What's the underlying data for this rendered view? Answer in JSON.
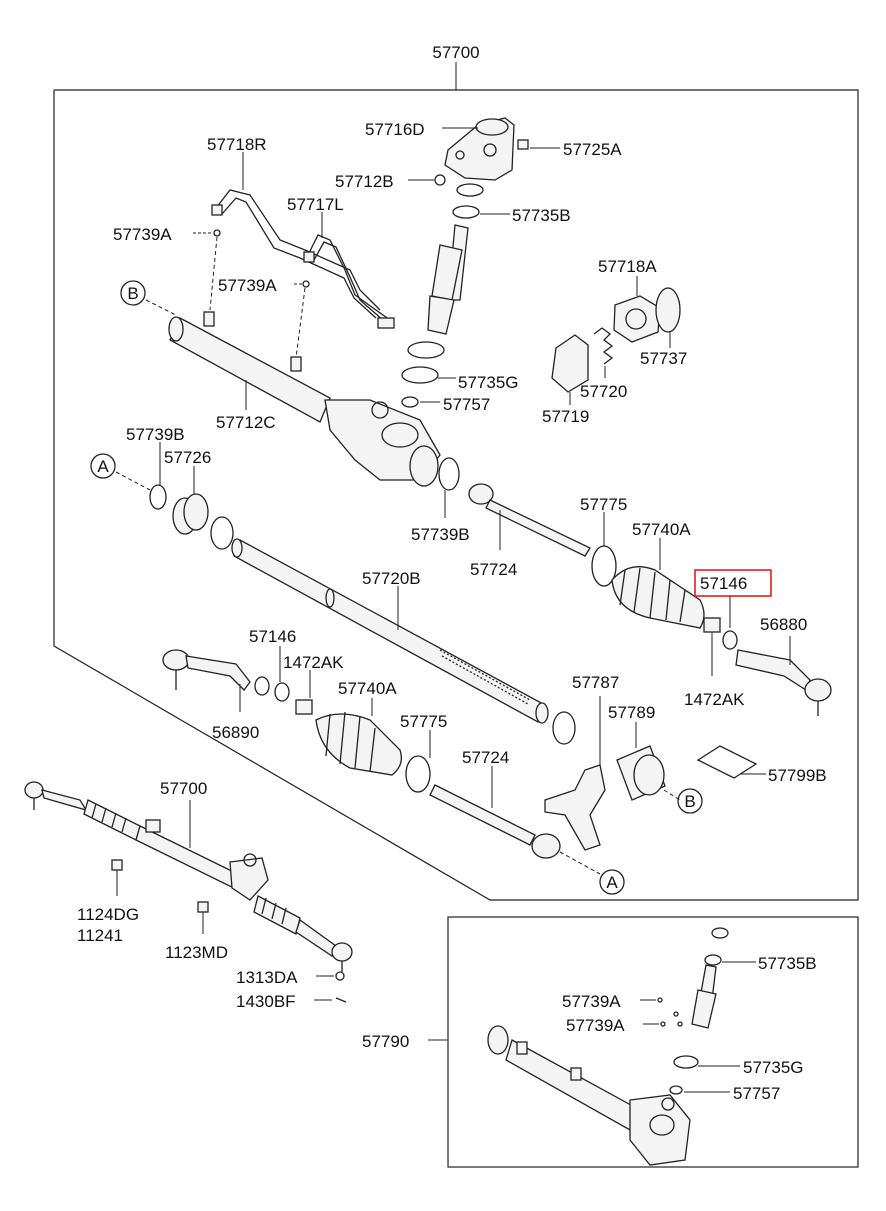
{
  "labels": {
    "top": "57700",
    "l57716D": "57716D",
    "l57725A": "57725A",
    "l57718R": "57718R",
    "l57712B": "57712B",
    "l57717L": "57717L",
    "l57735B": "57735B",
    "l57739A_1": "57739A",
    "l57739A_2": "57739A",
    "l57718A": "57718A",
    "lB1": "B",
    "l57737": "57737",
    "l57720": "57720",
    "l57735G": "57735G",
    "l57757": "57757",
    "l57719": "57719",
    "l57712C": "57712C",
    "l57739B_1": "57739B",
    "l57726": "57726",
    "lA1": "A",
    "l57739B_2": "57739B",
    "l57775_1": "57775",
    "l57740A_1": "57740A",
    "l57724_1": "57724",
    "l57146_hl": "57146",
    "l57720B": "57720B",
    "l56880": "56880",
    "l57146_2": "57146",
    "l1472AK_1": "1472AK",
    "l1472AK_2": "1472AK",
    "l57740A_2": "57740A",
    "l57787": "57787",
    "l56890": "56890",
    "l57775_2": "57775",
    "l57789": "57789",
    "l57724_2": "57724",
    "l57799B": "57799B",
    "lB2": "B",
    "lA2": "A",
    "l57700_2": "57700",
    "l1124DG": "1124DG",
    "l11241": "11241",
    "l1123MD": "1123MD",
    "l1313DA": "1313DA",
    "l1430BF": "1430BF",
    "l57790": "57790",
    "l57735B_2": "57735B",
    "l57739A_3": "57739A",
    "l57739A_4": "57739A",
    "l57735G_2": "57735G",
    "l57757_2": "57757"
  },
  "highlight_color": "#e02020"
}
